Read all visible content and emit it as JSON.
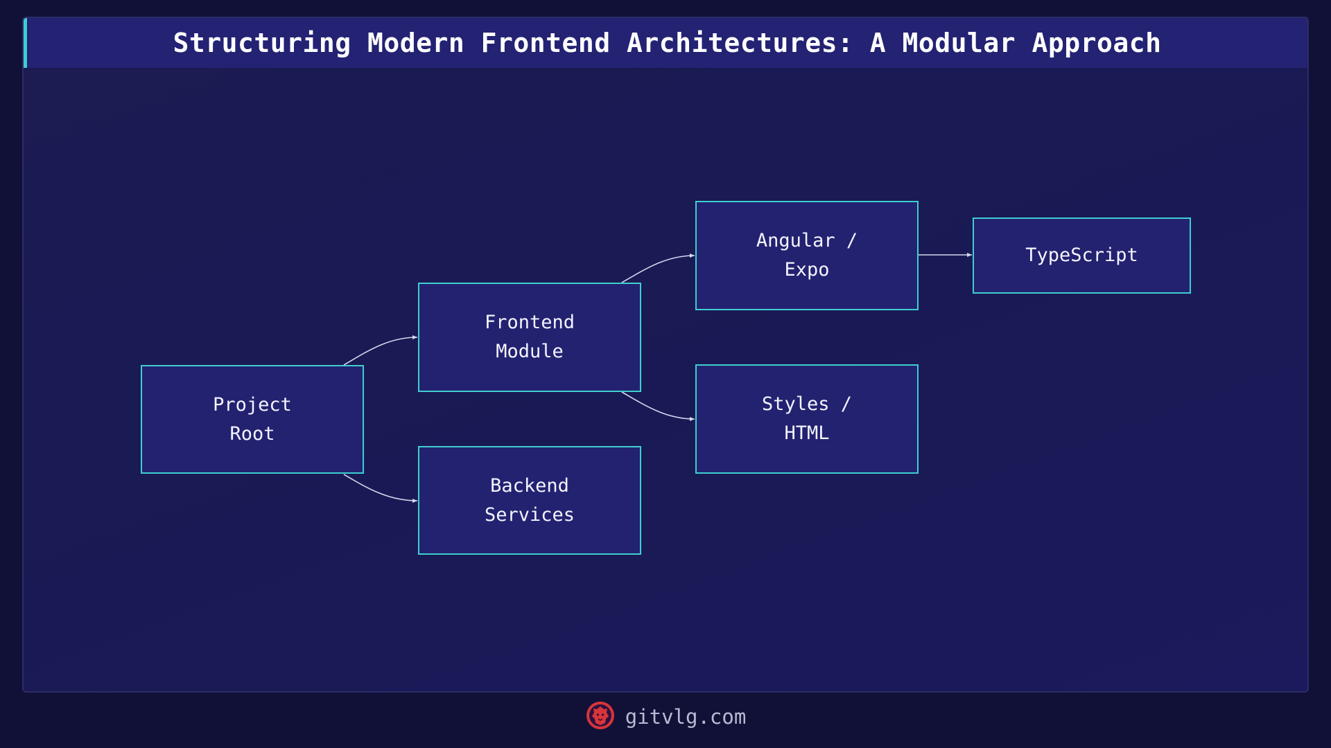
{
  "title": "Structuring Modern Frontend Architectures: A Modular Approach",
  "nodes": {
    "project_root": "Project\nRoot",
    "frontend_module": "Frontend\nModule",
    "backend_services": "Backend\nServices",
    "angular_expo": "Angular /\nExpo",
    "styles_html": "Styles /\nHTML",
    "typescript": "TypeScript"
  },
  "footer": {
    "site": "gitvlg.com",
    "logo_icon": "lion-logo-icon"
  },
  "colors": {
    "background": "#111138",
    "node_fill": "#232270",
    "node_border": "#3ecfd0",
    "accent": "#3ecfd0",
    "logo": "#d9343a"
  }
}
